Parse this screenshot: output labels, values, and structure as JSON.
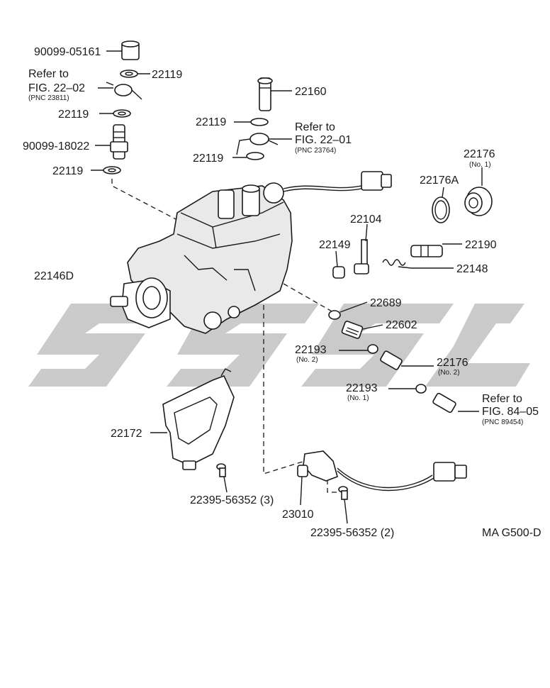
{
  "labels": {
    "l_9009905161": "90099-05161",
    "l_refer1_a": "Refer to",
    "l_refer1_b": "FIG. 22–02",
    "l_refer1_pnc": "(PNC 23811)",
    "l_22119_a": "22119",
    "l_22119_b": "22119",
    "l_9009918022": "90099-18022",
    "l_22119_c": "22119",
    "l_22160": "22160",
    "l_22119_d": "22119",
    "l_refer2_a": "Refer to",
    "l_refer2_b": "FIG. 22–01",
    "l_refer2_pnc": "(PNC 23764)",
    "l_22119_e": "22119",
    "l_22176_no1": "22176",
    "l_22176_no1_sub": "(No. 1)",
    "l_22176A": "22176A",
    "l_22104": "22104",
    "l_22149": "22149",
    "l_22190": "22190",
    "l_22148": "22148",
    "l_22146D": "22146D",
    "l_22689": "22689",
    "l_22602": "22602",
    "l_22193_no2": "22193",
    "l_22193_no2_sub": "(No. 2)",
    "l_22176_no2": "22176",
    "l_22176_no2_sub": "(No. 2)",
    "l_22193_no1": "22193",
    "l_22193_no1_sub": "(No. 1)",
    "l_refer3_a": "Refer to",
    "l_refer3_b": "FIG. 84–05",
    "l_refer3_pnc": "(PNC 89454)",
    "l_22172": "22172",
    "l_2239556352_3": "22395-56352 (3)",
    "l_23010": "23010",
    "l_2239556352_2": "22395-56352 (2)",
    "l_magcode": "MA G500-D"
  },
  "icons": {
    "watermark": "sgs-watermark-logo",
    "pump": "injection-pump-assembly"
  },
  "colors": {
    "line": "#1a1a1a",
    "watermark": "#c8c8c8",
    "background": "#ffffff"
  }
}
